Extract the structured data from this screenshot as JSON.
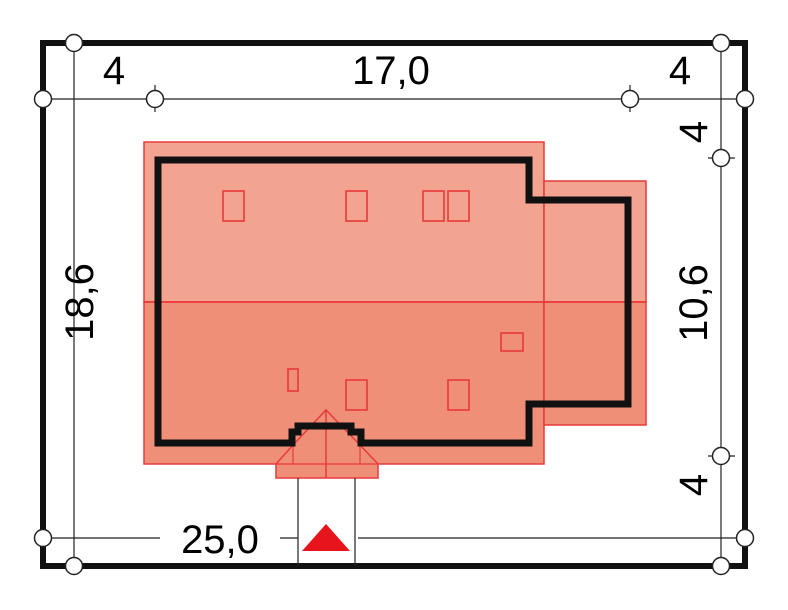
{
  "plan": {
    "dimensions": {
      "top_left": "4",
      "top_middle": "17,0",
      "top_right": "4",
      "left_total": "18,6",
      "right_middle": "10,6",
      "right_top": "4",
      "right_bottom": "4",
      "bottom_total": "25,0"
    },
    "colors": {
      "roof_light": "#f2a491",
      "roof_dark": "#ef8f78",
      "roof_edge": "#e83a3a",
      "wall": "#111111",
      "entrance_marker": "#e8141b"
    }
  }
}
